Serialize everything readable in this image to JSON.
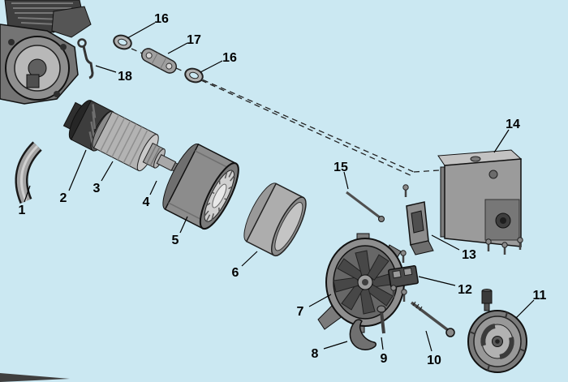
{
  "diagram": {
    "background_color": "#cbe8f2",
    "callouts": [
      {
        "number": "16"
      },
      {
        "number": "17"
      },
      {
        "number": "16"
      },
      {
        "number": "18"
      },
      {
        "number": "14"
      },
      {
        "number": "15"
      },
      {
        "number": "13"
      },
      {
        "number": "12"
      },
      {
        "number": "11"
      },
      {
        "number": "10"
      },
      {
        "number": "9"
      },
      {
        "number": "8"
      },
      {
        "number": "7"
      },
      {
        "number": "6"
      },
      {
        "number": "5"
      },
      {
        "number": "4"
      },
      {
        "number": "3"
      },
      {
        "number": "2"
      },
      {
        "number": "1"
      }
    ]
  }
}
